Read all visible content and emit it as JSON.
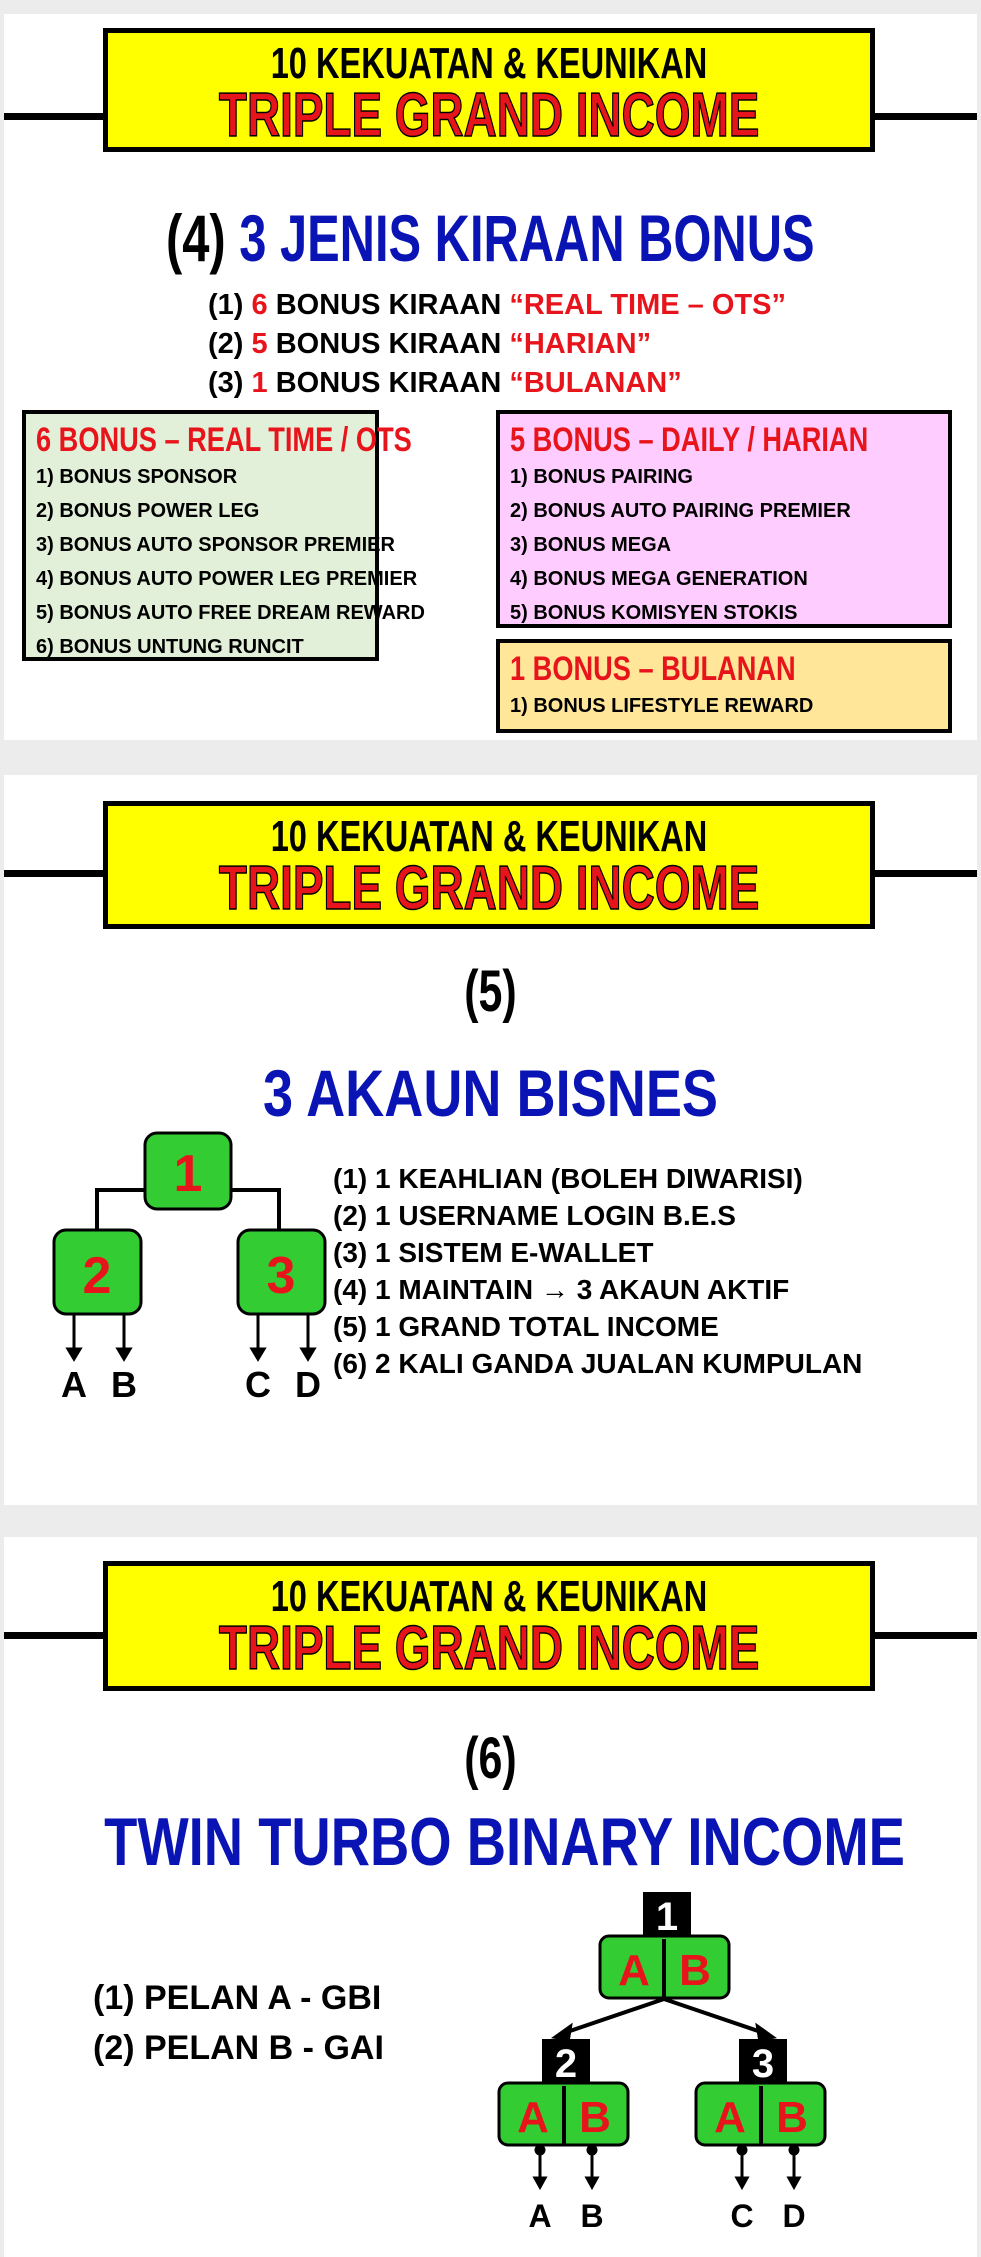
{
  "banner": {
    "line1": "10 KEKUATAN & KEUNIKAN",
    "line2": "TRIPLE GRAND INCOME"
  },
  "section4": {
    "number": "(4)",
    "title": "3 JENIS KIRAAN BONUS",
    "items": [
      {
        "prefix": "(1)",
        "count": "6",
        "text": "BONUS KIRAAN",
        "quote": "“REAL TIME – OTS”"
      },
      {
        "prefix": "(2)",
        "count": "5",
        "text": "BONUS KIRAAN",
        "quote": "“HARIAN”"
      },
      {
        "prefix": "(3)",
        "count": "1",
        "text": "BONUS KIRAAN",
        "quote": "“BULANAN”"
      }
    ],
    "boxes": {
      "realtime": {
        "title": "6 BONUS – REAL TIME / OTS",
        "items": [
          "1) BONUS SPONSOR",
          "2) BONUS POWER LEG",
          "3) BONUS AUTO SPONSOR PREMIER",
          "4) BONUS AUTO POWER LEG PREMIER",
          "5) BONUS AUTO FREE DREAM REWARD",
          "6) BONUS UNTUNG RUNCIT"
        ]
      },
      "daily": {
        "title": "5 BONUS – DAILY / HARIAN",
        "items": [
          "1) BONUS PAIRING",
          "2) BONUS AUTO PAIRING PREMIER",
          "3) BONUS MEGA",
          "4) BONUS MEGA GENERATION",
          "5) BONUS KOMISYEN STOKIS"
        ]
      },
      "monthly": {
        "title": "1 BONUS – BULANAN",
        "items": [
          "1) BONUS LIFESTYLE REWARD"
        ]
      }
    },
    "colors": {
      "realtime": "#e2efd9",
      "daily": "#ffccff",
      "monthly": "#ffe699"
    }
  },
  "section5": {
    "number": "(5)",
    "title": "3 AKAUN BISNES",
    "nodes": [
      "1",
      "2",
      "3"
    ],
    "legs": [
      "A",
      "B",
      "C",
      "D"
    ],
    "items": [
      "(1) 1 KEAHLIAN (BOLEH DIWARISI)",
      "(2) 1 USERNAME LOGIN B.E.S",
      "(3) 1 SISTEM E-WALLET",
      "(4) 1 MAINTAIN → 3 AKAUN AKTIF",
      "(5) 1 GRAND TOTAL INCOME",
      "(6) 2 KALI GANDA JUALAN KUMPULAN"
    ]
  },
  "section6": {
    "number": "(6)",
    "title": "TWIN TURBO BINARY INCOME",
    "items": [
      "(1) PELAN A - GBI",
      "(2) PELAN B - GAI"
    ],
    "nodes": [
      "1",
      "2",
      "3"
    ],
    "sides": [
      "A",
      "B"
    ],
    "legs": [
      "A",
      "B",
      "C",
      "D"
    ]
  }
}
